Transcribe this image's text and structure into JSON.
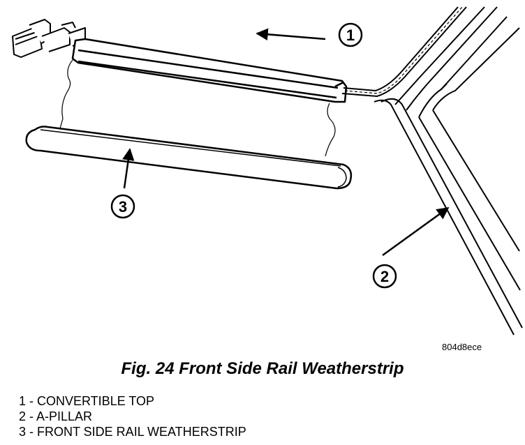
{
  "callouts": [
    {
      "number": "1",
      "label": "CONVERTIBLE TOP"
    },
    {
      "number": "2",
      "label": "A-PILLAR"
    },
    {
      "number": "3",
      "label": "FRONT SIDE RAIL WEATHERSTRIP"
    }
  ],
  "figure_code": "804d8ece",
  "caption": "Fig. 24 Front Side Rail Weatherstrip",
  "legend_items": [
    "1 - CONVERTIBLE TOP",
    "2 - A-PILLAR",
    "3 - FRONT SIDE RAIL WEATHERSTRIP"
  ],
  "colors": {
    "ink": "#000000",
    "paper": "#ffffff"
  }
}
